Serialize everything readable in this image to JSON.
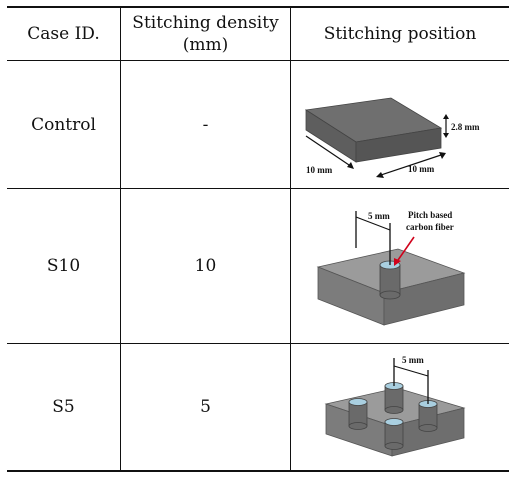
{
  "header": {
    "col1": "Case ID.",
    "col2_line1": "Stitching density",
    "col2_line2": "(mm)",
    "col3": "Stitching position"
  },
  "rows": [
    {
      "case_id": "Control",
      "density": "-",
      "figure": {
        "dim_height": "2.8 mm",
        "dim_width_left": "10 mm",
        "dim_width_right": "10 mm"
      }
    },
    {
      "case_id": "S10",
      "density": "10",
      "figure": {
        "dim_pitch": "5 mm",
        "annotation_line1": "Pitch based",
        "annotation_line2": "carbon fiber"
      }
    },
    {
      "case_id": "S5",
      "density": "5",
      "figure": {
        "dim_pitch": "5 mm"
      }
    }
  ],
  "colors": {
    "block_top": "#6f6f6f",
    "block_side": "#5a5a5a",
    "translucent": "#8a8a8a",
    "fiber_top": "#a9cfe0",
    "arrow": "#d0021b"
  }
}
